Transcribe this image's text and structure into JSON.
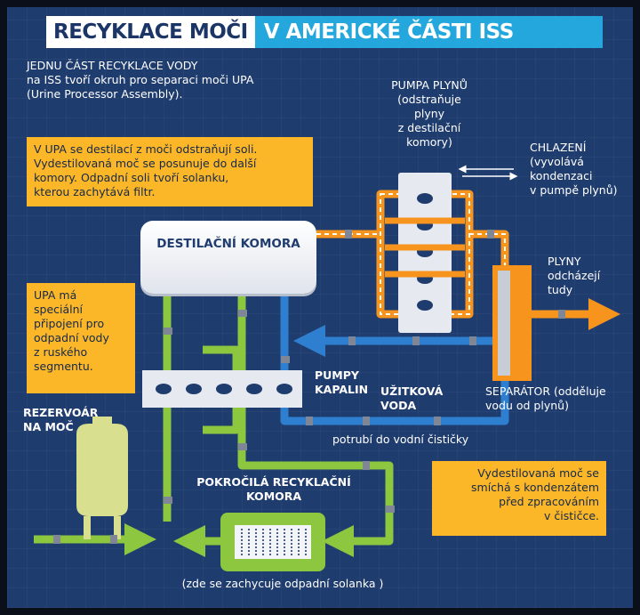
{
  "title": {
    "part1": "RECYKLACE MOČI",
    "part2": "V AMERICKÉ ČÁSTI ISS"
  },
  "intro": "JEDNU ČÁST RECYKLACE VODY\nna ISS tvoří okruh pro separaci moči UPA\n(Urine Processor Assembly).",
  "callouts": {
    "distillation": "V UPA se destilací z moči odstraňují soli.\nVydestilovaná moč se posunuje do další\nkomory. Odpadní soli tvoří solanku,\nkterou zachytává filtr.",
    "russian": "UPA má\nspeciální\npřipojení pro\nodpadní vody\nz ruského\nsegmentu.",
    "mix": "Vydestilovaná moč se\nsmíchá s kondenzátem\npřed zpracováním\nv čističce."
  },
  "labels": {
    "gas_pump": "PUMPA PLYNŮ (odstraňuje\nplyny\nz destilační\nkomory)",
    "cooling": "CHLAZENÍ\n(vyvolává\nkondenzaci\nv pumpě plynů)",
    "chamber": "DESTILAČNÍ KOMORA",
    "gases": "PLYNY\nodcházejí\ntudy",
    "fluid_pumps": "PUMPY\nKAPALIN",
    "service_water": "UŽITKOVÁ\nVODA",
    "separator": "SEPARÁTOR (odděluje\nvodu od plynů)",
    "reservoir": "REZERVOÁR\nNA MOČ",
    "pipe_to_cleaner": "potrubí do vodní čističky",
    "advanced_chamber": "POKROČILÁ RECYKLAČNÍ\nKOMORA",
    "brine_note": "(zde se zachycuje odpadní solanka )"
  },
  "colors": {
    "background": "#1f3c6e",
    "title_accent": "#23a7dd",
    "callout": "#fbb727",
    "pipe_orange": "#f7941d",
    "pipe_green": "#8dc63f",
    "pipe_blue": "#2f7fd1",
    "equipment": "#e6e9ef",
    "reservoir": "#d8df8e"
  }
}
